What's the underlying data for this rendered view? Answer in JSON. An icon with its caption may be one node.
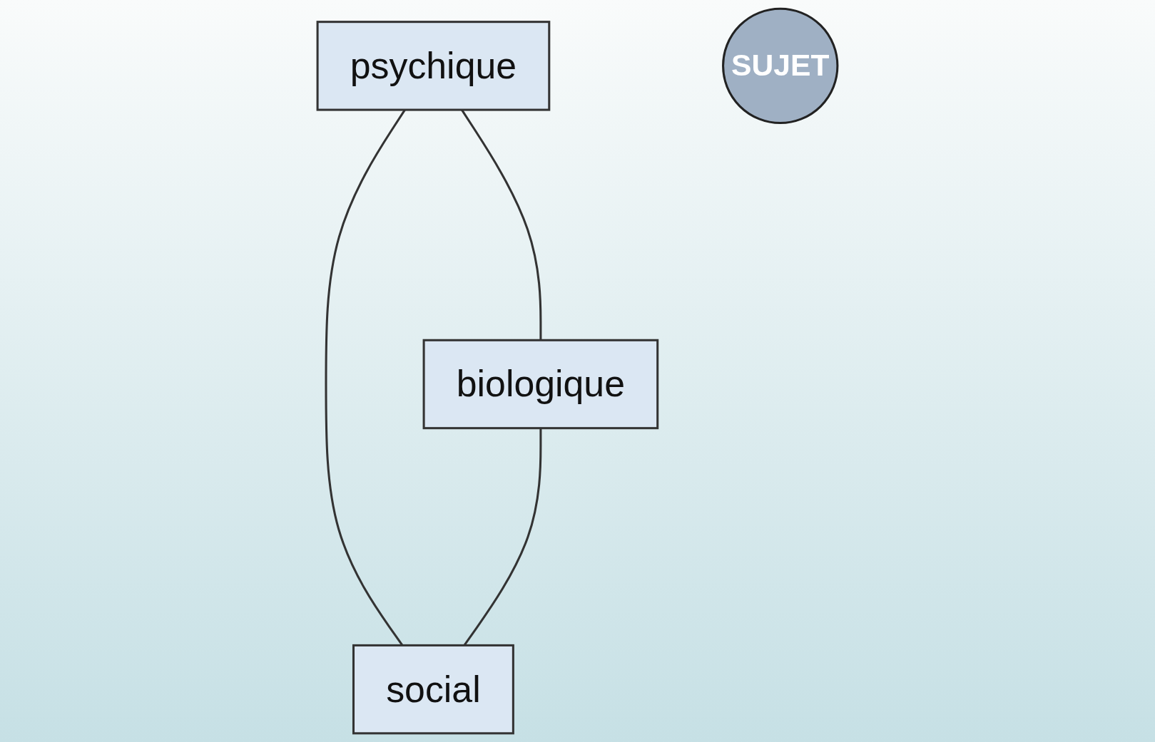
{
  "diagram": {
    "nodes": [
      {
        "text": [
          "psychique"
        ]
      },
      {
        "text": [
          "SUJET"
        ]
      },
      {
        "text": [
          "biologique"
        ]
      },
      {
        "text": [
          "social"
        ]
      }
    ],
    "edges": [
      {
        "from": 0,
        "to": 2,
        "arrow": "none"
      },
      {
        "from": 0,
        "to": 3,
        "arrow": "none"
      },
      {
        "from": 2,
        "to": 3,
        "arrow": "none"
      }
    ]
  }
}
